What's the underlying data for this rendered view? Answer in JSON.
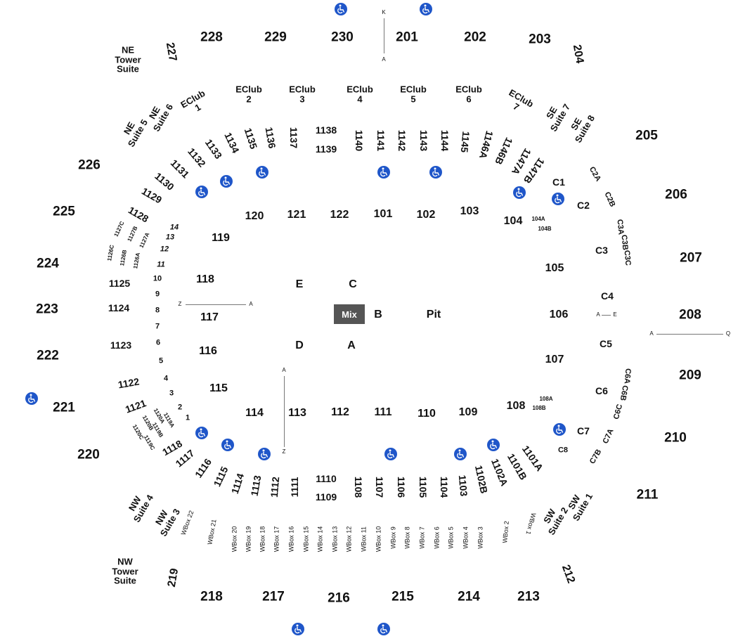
{
  "colors": {
    "accessible": "#1f56c9",
    "mix_bg": "#555555",
    "text": "#111111",
    "line": "#777777"
  },
  "icons": {
    "accessible": "wheelchair-icon"
  },
  "upper": {
    "s201": "201",
    "s202": "202",
    "s203": "203",
    "s204": "204",
    "s205": "205",
    "s206": "206",
    "s207": "207",
    "s208": "208",
    "s209": "209",
    "s210": "210",
    "s211": "211",
    "s212": "212",
    "s213": "213",
    "s214": "214",
    "s215": "215",
    "s216": "216",
    "s217": "217",
    "s218": "218",
    "s219": "219",
    "s220": "220",
    "s221": "221",
    "s222": "222",
    "s223": "223",
    "s224": "224",
    "s225": "225",
    "s226": "226",
    "s227": "227",
    "s228": "228",
    "s229": "229",
    "s230": "230"
  },
  "suites": {
    "ne_tower": "NE\nTower\nSuite",
    "nw_tower": "NW\nTower\nSuite",
    "ne5": "NE\nSuite 5",
    "ne6": "NE\nSuite 6",
    "se7": "SE\nSuite 7",
    "se8": "SE\nSuite 8",
    "nw3": "NW\nSuite 3",
    "nw4": "NW\nSuite 4",
    "sw1": "SW\nSuite 1",
    "sw2": "SW\nSuite 2"
  },
  "eclub": {
    "e1": "EClub\n1",
    "e2": "EClub\n2",
    "e3": "EClub\n3",
    "e4": "EClub\n4",
    "e5": "EClub\n5",
    "e6": "EClub\n6",
    "e7": "EClub\n7"
  },
  "mid": {
    "s1101A": "1101A",
    "s1101B": "1101B",
    "s1102A": "1102A",
    "s1102B": "1102B",
    "s1103": "1103",
    "s1104": "1104",
    "s1105": "1105",
    "s1106": "1106",
    "s1107": "1107",
    "s1108": "1108",
    "s1109": "1109",
    "s1110": "1110",
    "s1111": "1111",
    "s1112": "1112",
    "s1113": "1113",
    "s1114": "1114",
    "s1115": "1115",
    "s1116": "1116",
    "s1117": "1117",
    "s1118": "1118",
    "s1121": "1121",
    "s1122": "1122",
    "s1123": "1123",
    "s1124": "1124",
    "s1125": "1125",
    "s1128": "1128",
    "s1129": "1129",
    "s1130": "1130",
    "s1131": "1131",
    "s1132": "1132",
    "s1133": "1133",
    "s1134": "1134",
    "s1135": "1135",
    "s1136": "1136",
    "s1137": "1137",
    "s1138": "1138",
    "s1139": "1139",
    "s1140": "1140",
    "s1141": "1141",
    "s1142": "1142",
    "s1143": "1143",
    "s1144": "1144",
    "s1145": "1145",
    "s1146A": "1146A",
    "s1146B": "1146B",
    "s1147A": "1147A",
    "s1147B": "1147B"
  },
  "mid_small": {
    "s1119A": "1119A",
    "s1119B": "1119B",
    "s1119C": "1119C",
    "s1120A": "1120A",
    "s1120B": "1120B",
    "s1120C": "1120C",
    "s1126A": "1126A",
    "s1126B": "1126B",
    "s1126C": "1126C",
    "s1127A": "1127A",
    "s1127B": "1127B",
    "s1127C": "1127C",
    "s104A": "104A",
    "s104B": "104B",
    "s108A": "108A",
    "s108B": "108B"
  },
  "rows": {
    "r1": "1",
    "r2": "2",
    "r3": "3",
    "r4": "4",
    "r5": "5",
    "r6": "6",
    "r7": "7",
    "r8": "8",
    "r9": "9",
    "r10": "10",
    "r11": "11",
    "r12": "12",
    "r13": "13",
    "r14": "14"
  },
  "floor": {
    "s101": "101",
    "s102": "102",
    "s103": "103",
    "s104": "104",
    "s105": "105",
    "s106": "106",
    "s107": "107",
    "s108": "108",
    "s109": "109",
    "s110": "110",
    "s111": "111",
    "s112": "112",
    "s113": "113",
    "s114": "114",
    "s115": "115",
    "s116": "116",
    "s117": "117",
    "s118": "118",
    "s119": "119",
    "s120": "120",
    "s121": "121",
    "s122": "122",
    "fA": "A",
    "fB": "B",
    "fC": "C",
    "fD": "D",
    "fE": "E",
    "pit": "Pit",
    "mix": "Mix"
  },
  "c": {
    "C1": "C1",
    "C2": "C2",
    "C2A": "C2A",
    "C2B": "C2B",
    "C3": "C3",
    "C3A": "C3A",
    "C3B": "C3B",
    "C3C": "C3C",
    "C4": "C4",
    "C5": "C5",
    "C6": "C6",
    "C6A": "C6A",
    "C6B": "C6B",
    "C6C": "C6C",
    "C7": "C7",
    "C7A": "C7A",
    "C7B": "C7B",
    "C8": "C8"
  },
  "wbox": {
    "w1": "WBox 1",
    "w2": "WBox 2",
    "w3": "WBox 3",
    "w4": "WBox 4",
    "w5": "WBox 5",
    "w6": "WBox 6",
    "w7": "WBox 7",
    "w8": "WBox 8",
    "w9": "WBox 9",
    "w10": "WBox 10",
    "w11": "WBox 11",
    "w12": "WBox 12",
    "w13": "WBox 13",
    "w14": "WBox 14",
    "w15": "WBox 15",
    "w16": "WBox 16",
    "w17": "WBox 17",
    "w18": "WBox 18",
    "w19": "WBox 19",
    "w20": "WBox 20",
    "w21": "WBox 21",
    "w22": "WBox 22"
  },
  "markers": {
    "K": "K",
    "A": "A",
    "Z": "Z",
    "Q": "Q",
    "E": "E"
  }
}
